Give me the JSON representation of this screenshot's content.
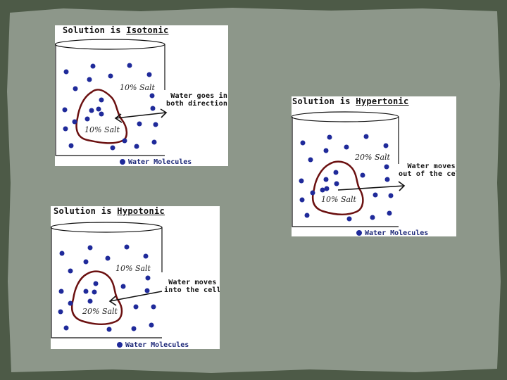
{
  "colors": {
    "background": "#4d5a47",
    "slide": "#8d978a",
    "dot": "#1f2a9a",
    "cell": "#7a1212"
  },
  "panels": [
    {
      "id": "isotonic",
      "title_prefix": "Solution is ",
      "title_word": "Isotonic",
      "outside_label": "10% Salt",
      "inside_label": "10% Salt",
      "note_line1": "Water goes in",
      "note_line2": "both directions",
      "legend": "Water Molecules"
    },
    {
      "id": "hypertonic",
      "title_prefix": "Solution is ",
      "title_word": "Hypertonic",
      "outside_label": "20% Salt",
      "inside_label": "10% Salt",
      "note_line1": "Water moves",
      "note_line2": "out of the cell",
      "legend": "Water Molecules"
    },
    {
      "id": "hypotonic",
      "title_prefix": "Solution is ",
      "title_word": "Hypotonic",
      "outside_label": "10% Salt",
      "inside_label": "20% Salt",
      "note_line1": "Water moves",
      "note_line2": "into the cell",
      "legend": "Water Molecules"
    }
  ]
}
